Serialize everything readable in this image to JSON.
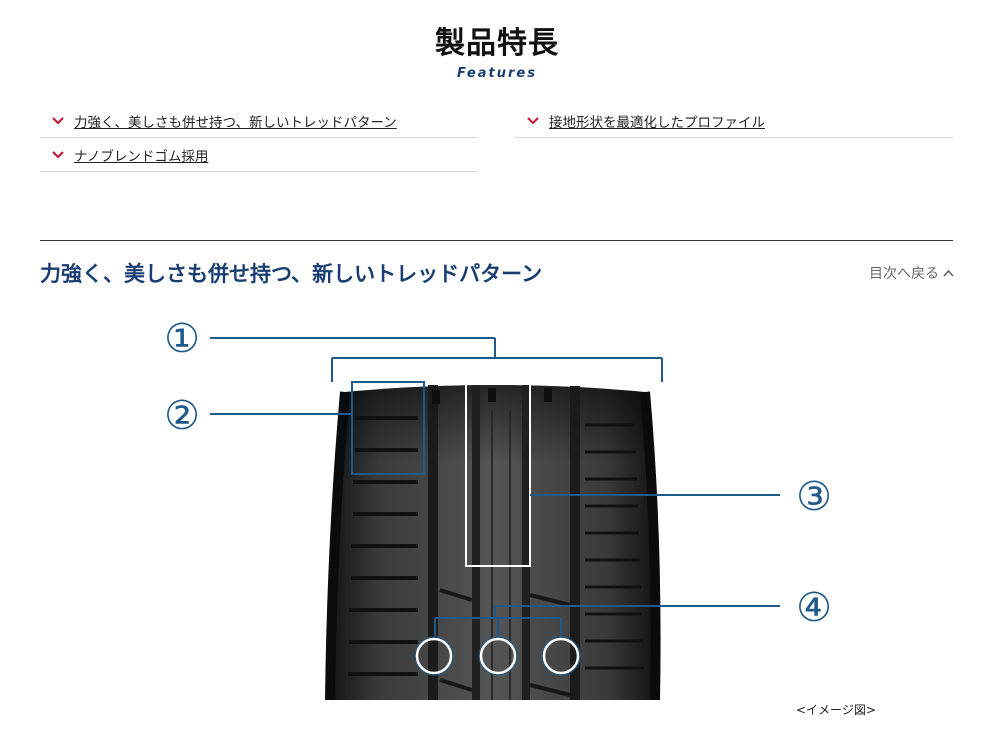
{
  "header": {
    "title": "製品特長",
    "subtitle": "Features"
  },
  "toc": {
    "items": [
      {
        "label": "力強く、美しさも併せ持つ、新しいトレッドパターン"
      },
      {
        "label": "接地形状を最適化したプロファイル"
      },
      {
        "label": "ナノブレンドゴム採用"
      }
    ]
  },
  "section": {
    "heading": "力強く、美しさも併せ持つ、新しいトレッドパターン",
    "back_link": "目次へ戻る"
  },
  "figure": {
    "callouts": [
      "①",
      "②",
      "③",
      "④"
    ],
    "caption": "<イメージ図>"
  },
  "colors": {
    "accent_navy": "#1a3e72",
    "chevron_red": "#c8102e",
    "callout_blue": "#1f5a8c"
  },
  "icons": {
    "toc_chevron": "chevron-down-icon",
    "back_arrow": "chevron-up-icon"
  }
}
